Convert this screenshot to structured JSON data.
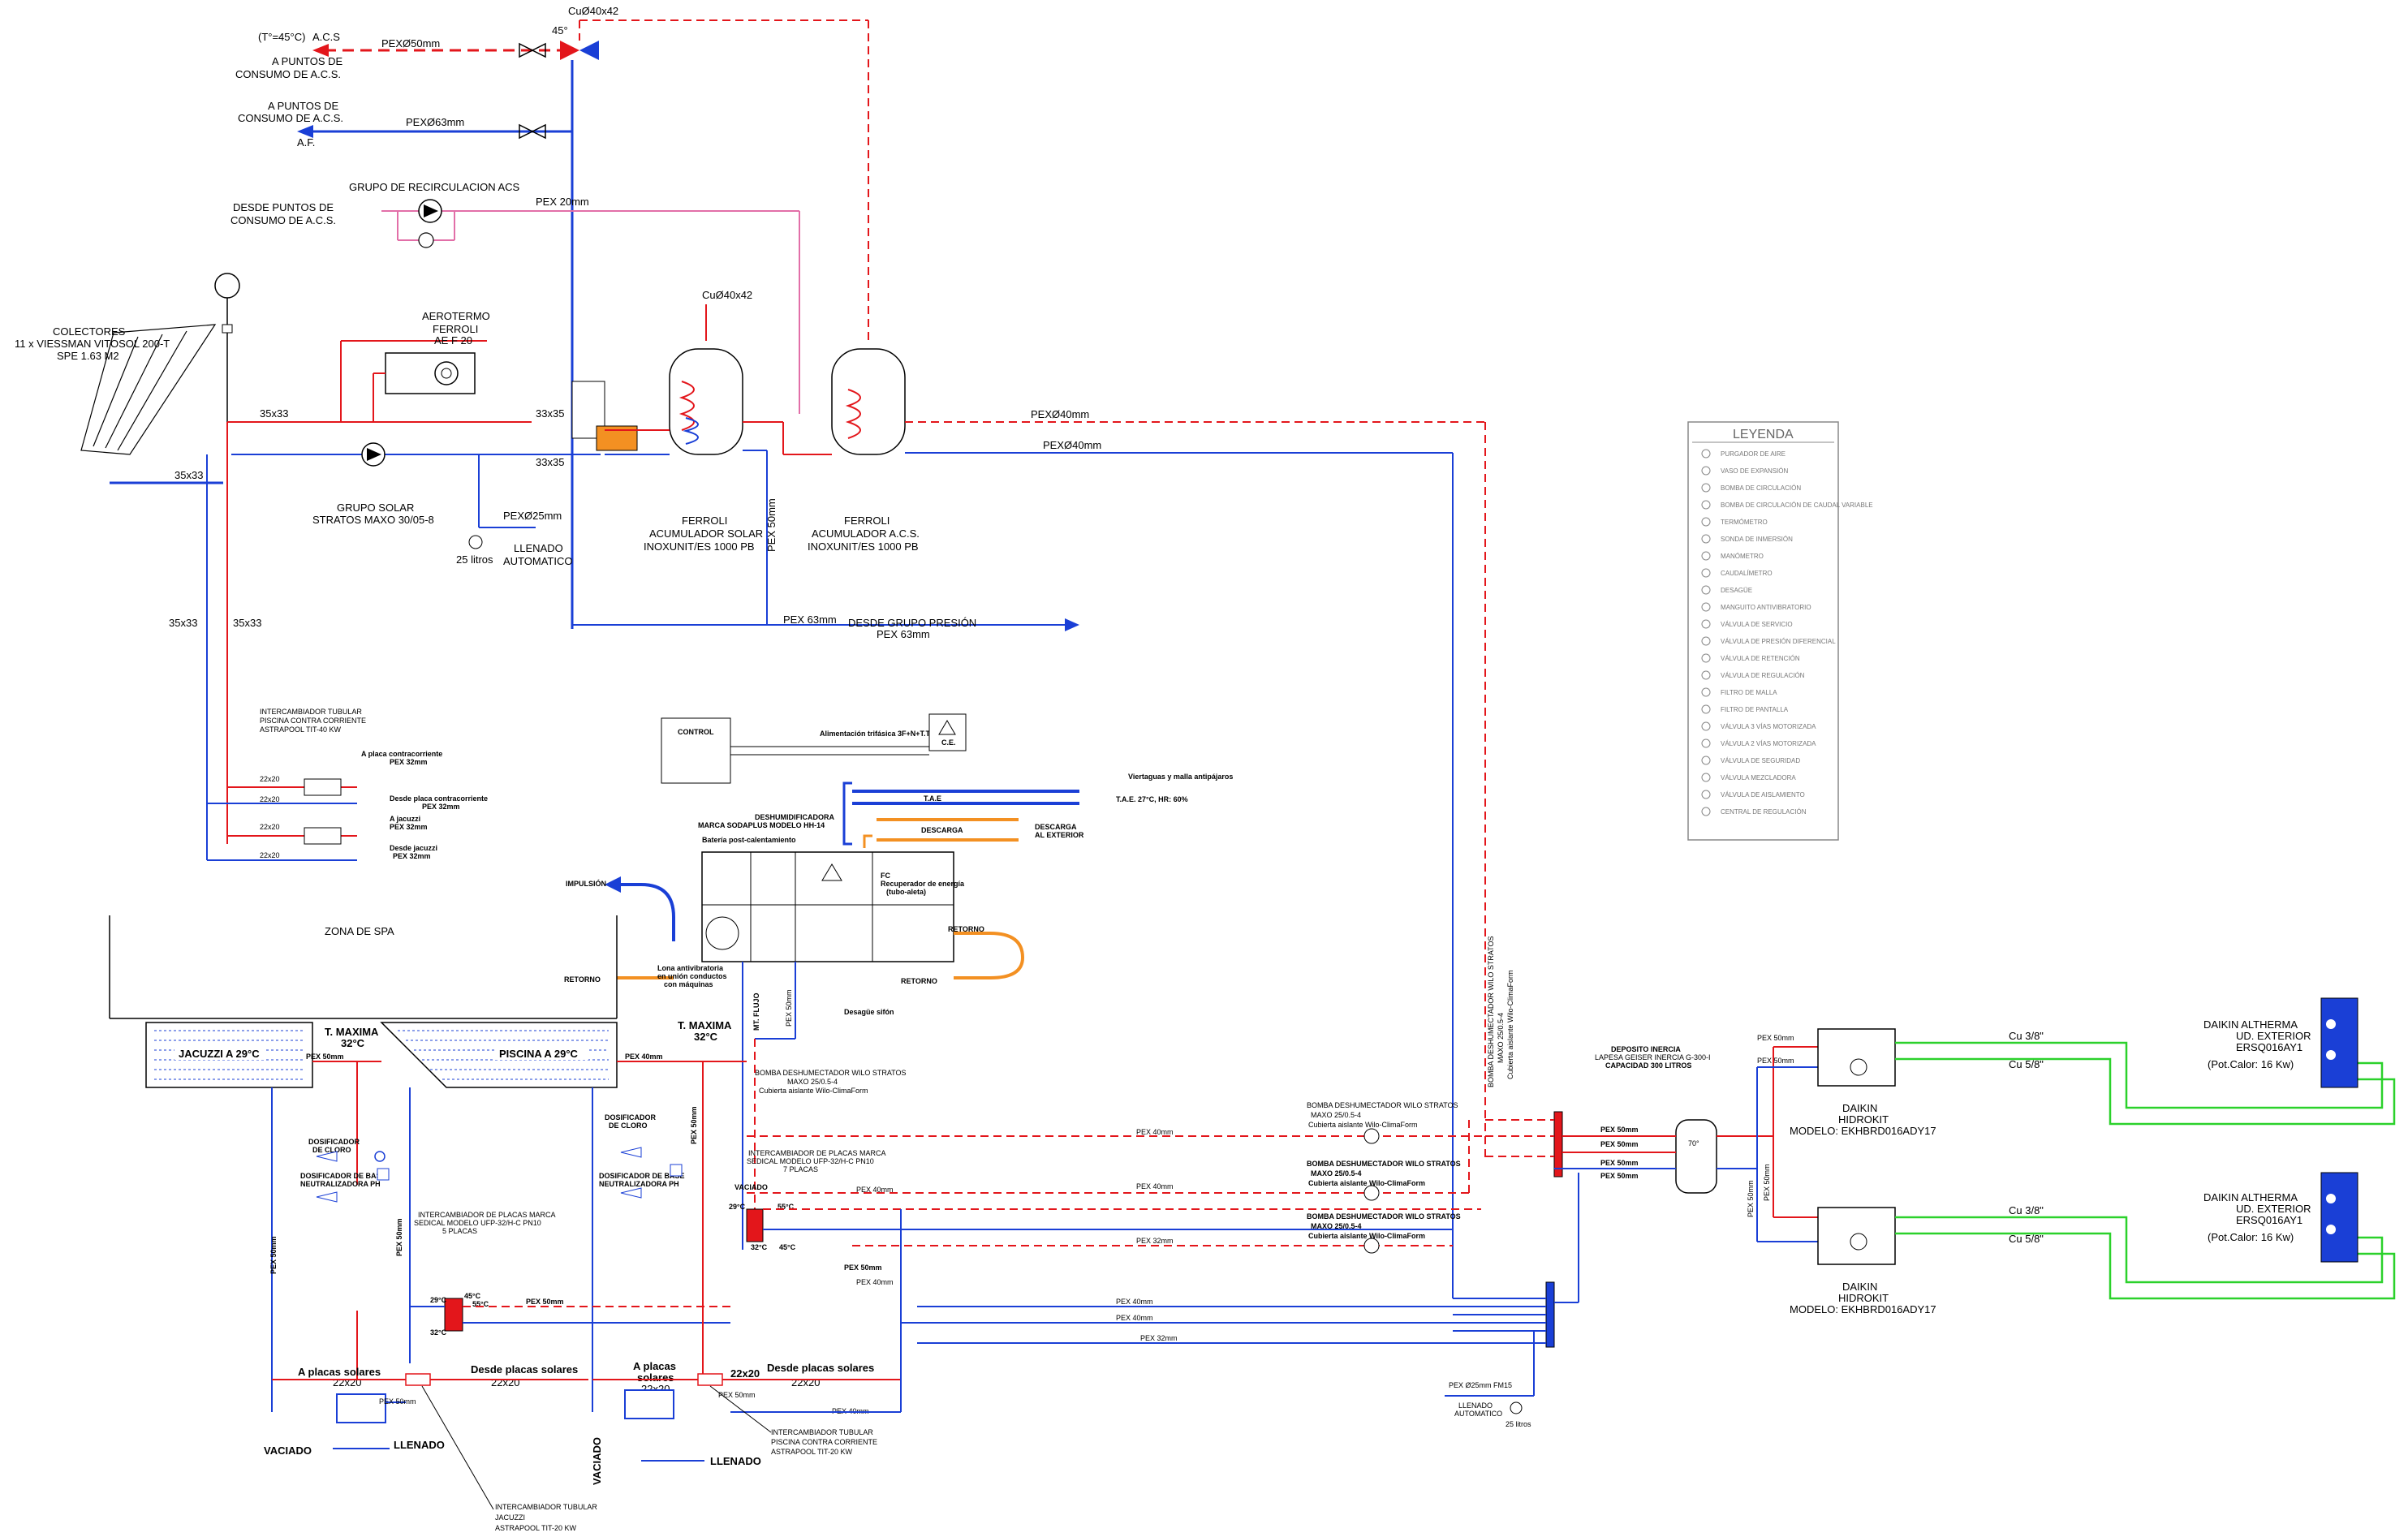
{
  "colors": {
    "cold": "#1a3fd6",
    "hot": "#e3161b",
    "recirc": "#e26fa8",
    "green": "#2bd12b",
    "orange": "#f39022",
    "black": "#000000"
  },
  "top": {
    "acs_temp": "(T°=45°C)",
    "acs_label": "A.C.S",
    "acs_pex": "PEXØ50mm",
    "acs_dest": [
      "A PUNTOS DE",
      "CONSUMO DE A.C.S."
    ],
    "cu_top": "CuØ40x42",
    "deg45": "45°",
    "af_dest": [
      "A PUNTOS DE",
      "CONSUMO DE A.C.S."
    ],
    "af_pex": "PEXØ63mm",
    "af_label": "A.F.",
    "recirc_group": "GRUPO DE RECIRCULACION ACS",
    "recirc_from": [
      "DESDE PUNTOS DE",
      "CONSUMO DE A.C.S."
    ],
    "recirc_pex": "PEX 20mm"
  },
  "solar": {
    "collectors": [
      "COLECTORES",
      "11 x VIESSMAN VITOSOL 200-T",
      "SPE 1.63 M2"
    ],
    "aerotermo": [
      "AEROTERMO",
      "FERROLI",
      "AE F 20"
    ],
    "pipe_35_a": "35x33",
    "pipe_33_a": "33x35",
    "pipe_35_b": "35x33",
    "pipe_33_b": "33x35",
    "pipe_35_c": "35x33",
    "pipe_35_d": "35x33",
    "pump_group": [
      "GRUPO SOLAR",
      "STRATOS MAXO 30/05-8"
    ],
    "pex25": "PEXØ25mm",
    "litros": "25 litros",
    "llenado": [
      "LLENADO",
      "AUTOMATICO"
    ]
  },
  "tanks": {
    "cu_mid": "CuØ40x42",
    "tank1": [
      "FERROLI",
      "ACUMULADOR SOLAR",
      "INOXUNIT/ES 1000 PB"
    ],
    "tank2": [
      "FERROLI",
      "ACUMULADOR A.C.S.",
      "INOXUNIT/ES 1000 PB"
    ],
    "pex50_v": "PEX 50mm",
    "pex40_a": "PEXØ40mm",
    "pex40_b": "PEXØ40mm",
    "pex63": "PEX 63mm",
    "grupo_presion": [
      "DESDE GRUPO PRESIÓN",
      "PEX 63mm"
    ]
  },
  "legend": {
    "title": "LEYENDA",
    "items": [
      "PURGADOR DE AIRE",
      "VASO DE EXPANSIÓN",
      "BOMBA DE CIRCULACIÓN",
      "BOMBA DE CIRCULACIÓN DE CAUDAL VARIABLE",
      "TERMÓMETRO",
      "SONDA DE INMERSIÓN",
      "MANÓMETRO",
      "CAUDALÍMETRO",
      "DESAGÜE",
      "MANGUITO ANTIVIBRATORIO",
      "VÁLVULA DE SERVICIO",
      "VÁLVULA DE PRESIÓN DIFERENCIAL",
      "VÁLVULA DE RETENCIÓN",
      "VÁLVULA DE REGULACIÓN",
      "FILTRO DE MALLA",
      "FILTRO DE PANTALLA",
      "VÁLVULA 3 VÍAS MOTORIZADA",
      "VÁLVULA 2 VÍAS MOTORIZADA",
      "VÁLVULA DE SEGURIDAD",
      "VÁLVULA MEZCLADORA",
      "VÁLVULA DE AISLAMIENTO",
      "CENTRAL DE REGULACIÓN"
    ]
  },
  "exchangers_left": {
    "title": [
      "INTERCAMBIADOR TUBULAR",
      "PISCINA CONTRA CORRIENTE",
      "ASTRAPOOL TIT-40 KW"
    ],
    "a_placa_contra": [
      "A placa contracorriente",
      "PEX 32mm"
    ],
    "desde_placa_contra": [
      "Desde placa contracorriente",
      "PEX 32mm"
    ],
    "a_jacuzzi": [
      "A jacuzzi",
      "PEX 32mm"
    ],
    "desde_jacuzzi": [
      "Desde jacuzzi",
      "PEX 32mm"
    ],
    "p22_a": "22x20",
    "p22_b": "22x20",
    "p22_c": "22x20",
    "p22_d": "22x20"
  },
  "ahu": {
    "control": "CONTROL",
    "alimentacion": "Alimentación trifásica 3F+N+T.T.",
    "ce": "C.E.",
    "deshum": [
      "DESHUMIDIFICADORA",
      "MARCA SODAPLUS MODELO HH-14"
    ],
    "bateria": "Batería post-calentamiento",
    "tae": "T.A.E",
    "tae2": "T.A.E. 27°C, HR: 60%",
    "descarga": "DESCARGA",
    "descarga2": [
      "DESCARGA",
      "AL EXTERIOR"
    ],
    "impulsion": "IMPULSIÓN",
    "retorno": "RETORNO",
    "retorno2": "RETORNO",
    "retorno3": "RETORNO",
    "viertaguas": "Viertaguas y malla antipájaros",
    "lona": [
      "Lona antivibratoria",
      "en unión conductos",
      "con máquinas"
    ],
    "fc": [
      "FC",
      "Recuperador de energía",
      "(tubo-aleta)"
    ],
    "desague": "Desagüe sifón",
    "bomba": [
      "BOMBA DESHUMECTADOR WILO STRATOS",
      "MAXO 25/0.5-4",
      "Cubierta aislante Wilo-ClimaForm"
    ],
    "pex50": "PEX 50mm",
    "mt_flujo": "MT. FLUJO"
  },
  "spa": {
    "zona": "ZONA DE SPA",
    "jacuzzi": "JACUZZI A 29°C",
    "piscina": "PISCINA A 29°C",
    "tmax1": [
      "T. MAXIMA",
      "32°C"
    ],
    "tmax2": [
      "T. MAXIMA",
      "32°C"
    ],
    "pex50_a": "PEX 50mm",
    "pex40_a": "PEX 40mm",
    "pex50_v": "PEX 50mm",
    "pex50_v2": "PEX 50mm",
    "pex50_v3": "PEX 50mm"
  },
  "treat_left": {
    "cloro": [
      "DOSIFICADOR",
      "DE CLORO"
    ],
    "base": [
      "DOSIFICADOR DE BASE",
      "NEUTRALIZADORA PH"
    ],
    "placas": [
      "INTERCAMBIADOR DE PLACAS MARCA",
      "SEDICAL MODELO UFP-32/H-C PN10",
      "5 PLACAS"
    ],
    "t45": "45°C",
    "t55": "55°C",
    "t29": "29°C",
    "t32": "32°C",
    "a_placas": "A placas solares",
    "desde_placas": "Desde placas solares",
    "p22a": "22x20",
    "p22b": "22x20",
    "pex50": "PEX 50mm",
    "pex50_b": "PEX 50mm",
    "pex50_c": "PEX 50mm",
    "vaciado": "VACIADO",
    "llenado": "LLENADO",
    "tubular": [
      "INTERCAMBIADOR TUBULAR",
      "JACUZZI",
      "ASTRAPOOL TIT-20 KW"
    ]
  },
  "treat_mid": {
    "cloro": [
      "DOSIFICADOR",
      "DE CLORO"
    ],
    "base": [
      "DOSIFICADOR DE BASE",
      "NEUTRALIZADORA PH"
    ],
    "placas": [
      "INTERCAMBIADOR DE PLACAS MARCA",
      "SEDICAL MODELO UFP-32/H-C PN10",
      "7 PLACAS"
    ],
    "t29": "29°C",
    "t55": "55°C",
    "t32": "32°C",
    "t45": "45°C",
    "vaciado": "VACIADO",
    "a_placas": [
      "A placas",
      "solares"
    ],
    "desde_placas": "Desde placas solares",
    "p22a": "22x20",
    "p22b": "22x20",
    "p22c": "22x20",
    "pex50": "PEX 50mm",
    "pex40": "PEX 40mm",
    "pex50_b": "PEX 50mm",
    "pex50_c": "PEX 50mm",
    "llenado": "LLENADO",
    "vaciado2": "VACIADO",
    "tubular": [
      "INTERCAMBIADOR TUBULAR",
      "PISCINA CONTRA CORRIENTE",
      "ASTRAPOOL TIT-20 KW"
    ]
  },
  "right": {
    "pumps": [
      [
        "BOMBA DESHUMECTADOR WILO STRATOS",
        "MAXO 25/0.5-4",
        "Cubierta aislante Wilo-ClimaForm"
      ],
      [
        "BOMBA DESHUMECTADOR WILO STRATOS",
        "MAXO 25/0.5-4",
        "Cubierta aislante Wilo-ClimaForm"
      ],
      [
        "BOMBA DESHUMECTADOR WILO STRATOS",
        "MAXO 25/0.5-4",
        "Cubierta aislante Wilo-ClimaForm"
      ]
    ],
    "bomba_v": [
      "BOMBA DESHUMECTADOR WILO STRATOS",
      "MAXO 25/0.5-4",
      "Cubierta aislante Wilo-ClimaForm"
    ],
    "pex40_a": "PEX 40mm",
    "pex40_b": "PEX 40mm",
    "pex32": "PEX 32mm",
    "pex40_c": "PEX 40mm",
    "pex40_d": "PEX 40mm",
    "pex40_e": "PEX 40mm",
    "pex32_b": "PEX 32mm",
    "pex40_f": "PEX 40mm",
    "deposito": [
      "DEPOSITO INERCIA",
      "LAPESA GEISER INERCIA G-300-I",
      "CAPACIDAD 300 LITROS"
    ],
    "t70": "70°",
    "pex50_list": [
      "PEX 50mm",
      "PEX 50mm",
      "PEX 50mm",
      "PEX 50mm"
    ],
    "hidrokit1": [
      "DAIKIN",
      "HIDROKIT",
      "MODELO: EKHBRD016ADY17"
    ],
    "hidrokit2": [
      "DAIKIN",
      "HIDROKIT",
      "MODELO: EKHBRD016ADY17"
    ],
    "cu38_a": "Cu 3/8\"",
    "cu58_a": "Cu 5/8\"",
    "cu38_b": "Cu 3/8\"",
    "cu58_b": "Cu 5/8\"",
    "ext1": [
      "DAIKIN ALTHERMA",
      "UD. EXTERIOR",
      "ERSQ016AY1",
      "(Pot.Calor: 16 Kw)"
    ],
    "ext2": [
      "DAIKIN ALTHERMA",
      "UD. EXTERIOR",
      "ERSQ016AY1",
      "(Pot.Calor: 16 Kw)"
    ],
    "hk_pex50_a": "PEX 50mm",
    "hk_pex50_b": "PEX 50mm",
    "hk_pex50_c": "PEX 50mm",
    "hk_pex50_d": "PEX 50mm",
    "llen_auto": [
      "PEX Ø25mm FM15",
      "LLENADO",
      "AUTOMATICO"
    ],
    "litros": "25 litros"
  }
}
